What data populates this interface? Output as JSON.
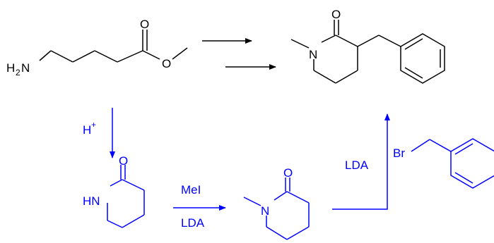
{
  "colors": {
    "black": "#000000",
    "blue": "#0000ff"
  },
  "start_material": {
    "amine": "H",
    "amine_sub": "2",
    "amine_n": "N",
    "carbonyl_o": "O",
    "ester_o": "O"
  },
  "product": {
    "n": "N",
    "carbonyl_o": "O"
  },
  "step_acid": {
    "reagent": "H",
    "reagent_sup": "+"
  },
  "lactam": {
    "nh": "HN",
    "carbonyl_o": "O"
  },
  "step_methylation": {
    "reagent_top": "MeI",
    "reagent_bottom": "LDA"
  },
  "n_methyl_lactam": {
    "n": "N",
    "carbonyl_o": "O"
  },
  "step_alkylation": {
    "base": "LDA",
    "electrophile_br": "Br"
  }
}
